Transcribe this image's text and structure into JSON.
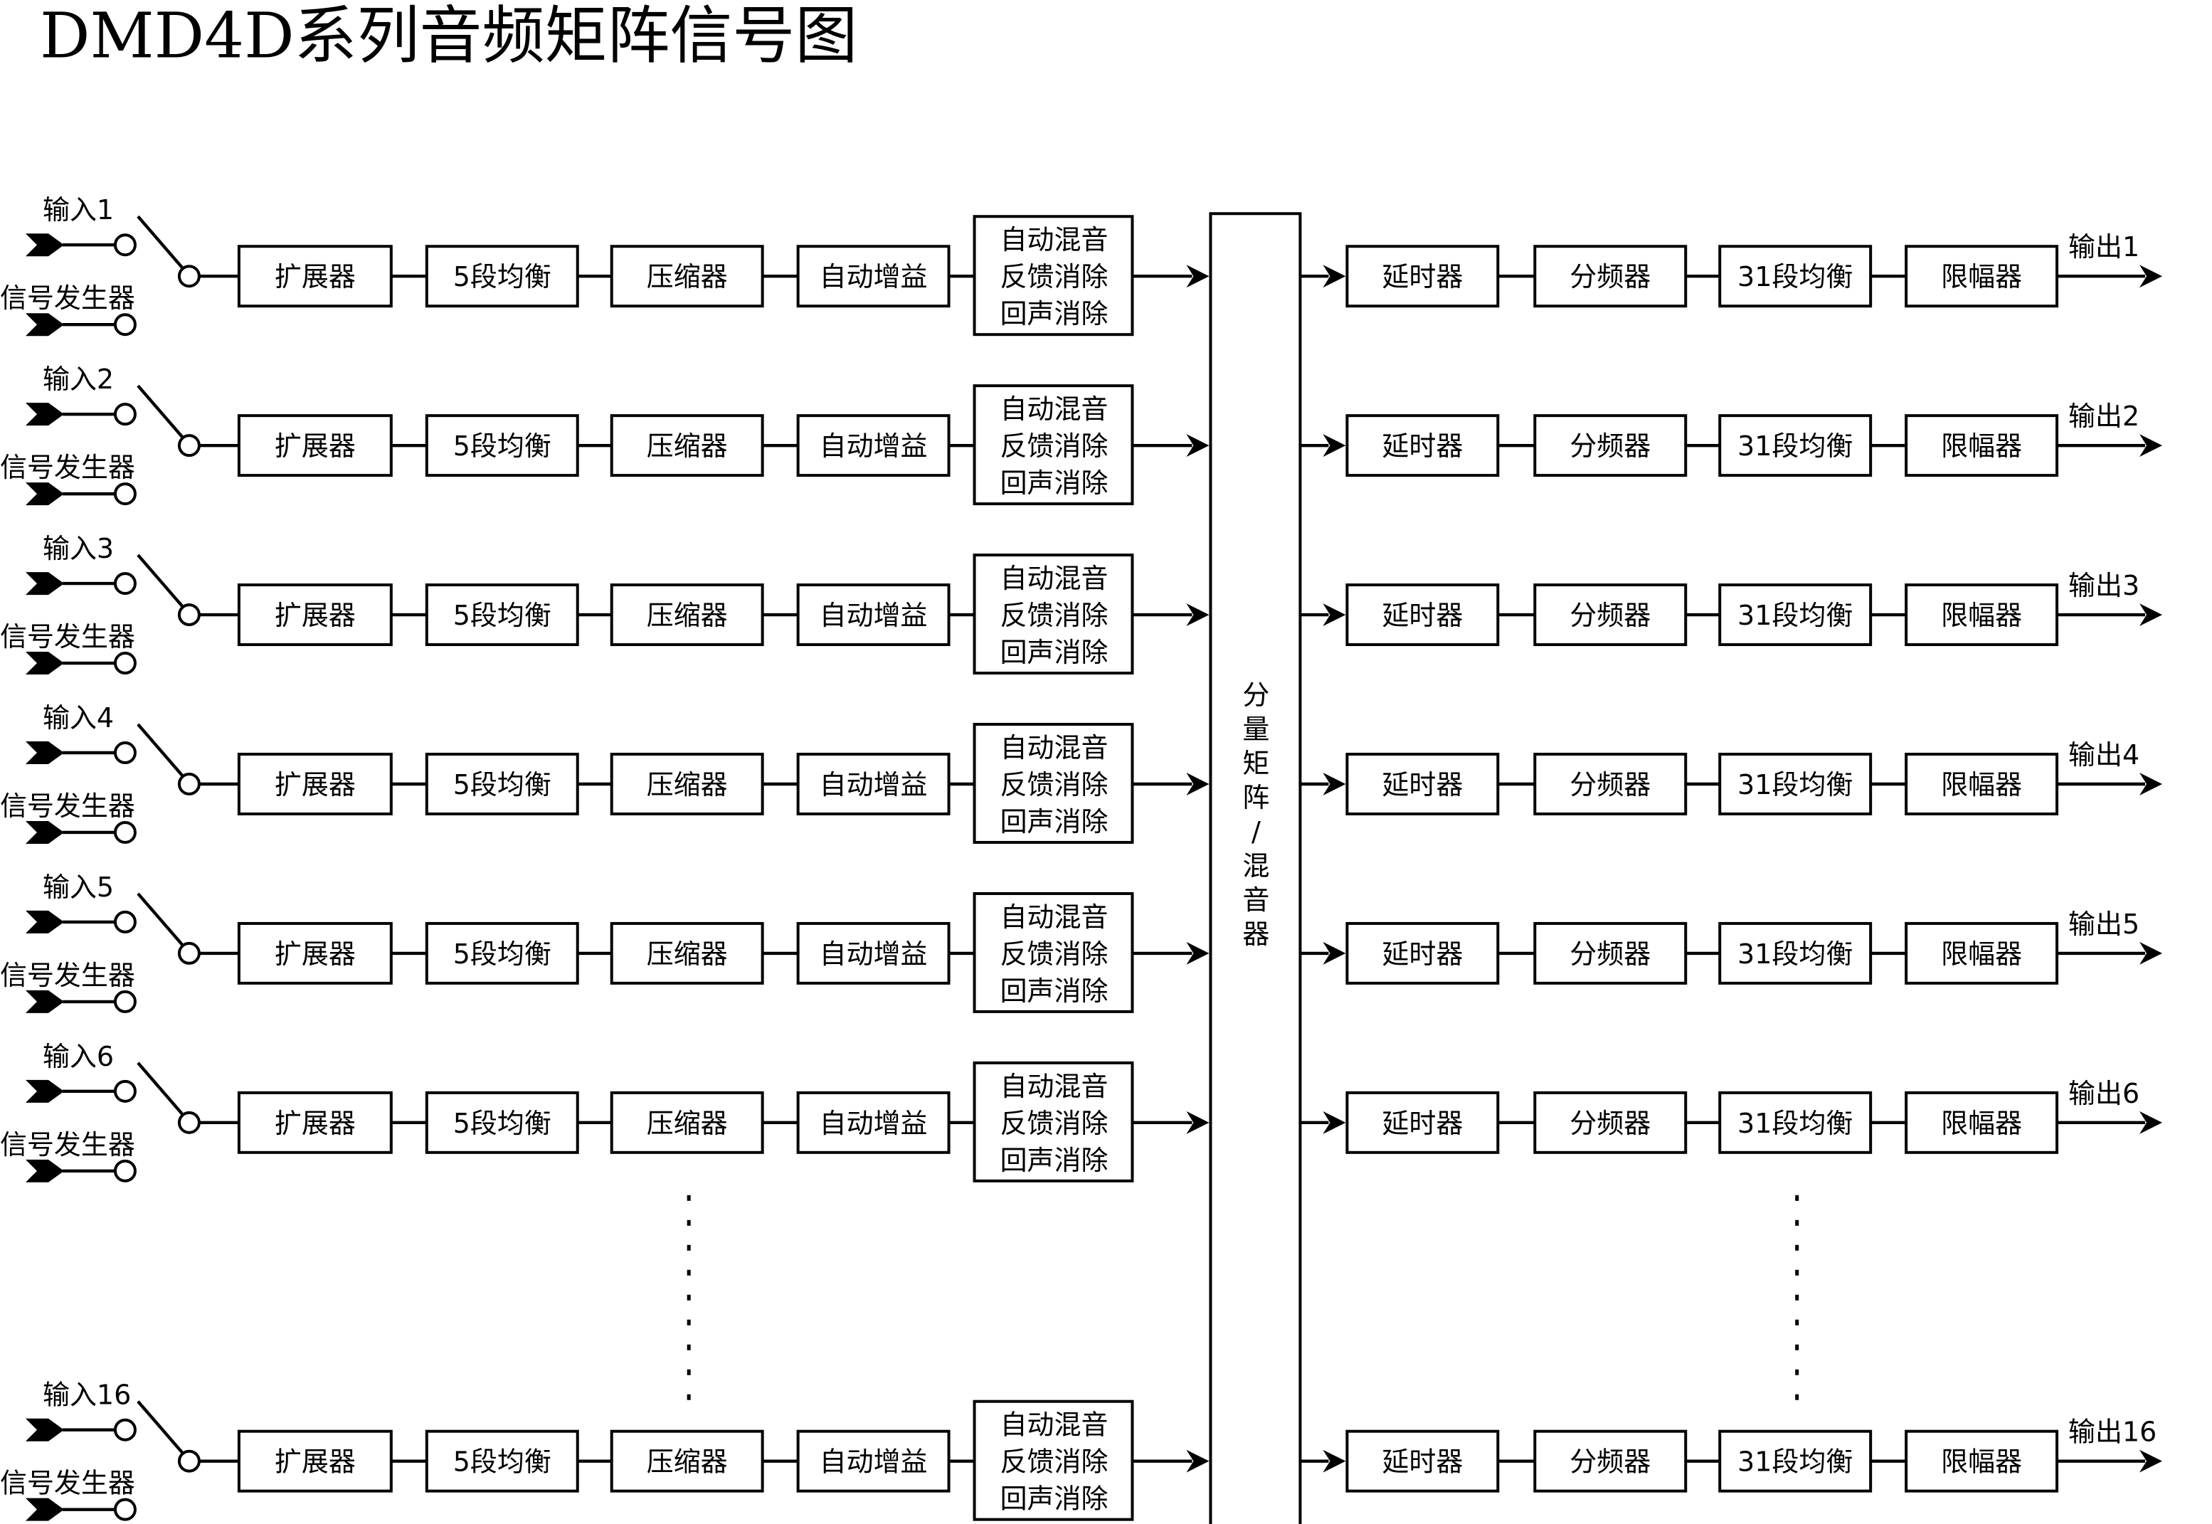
{
  "title": "DMD4D系列音频矩阵信号图",
  "colors": {
    "line": "#000000",
    "background": "#ffffff"
  },
  "source_label": "信号发生器",
  "input_chain": [
    "扩展器",
    "5段均衡",
    "压缩器",
    "自动增益"
  ],
  "mixer_lines": [
    "自动混音",
    "反馈消除",
    "回声消除"
  ],
  "matrix_label": "分量矩阵/混音器",
  "output_chain": [
    "延时器",
    "分频器",
    "31段均衡",
    "限幅器"
  ],
  "channels": [
    {
      "input": "输入1",
      "output": "输出1"
    },
    {
      "input": "输入2",
      "output": "输出2"
    },
    {
      "input": "输入3",
      "output": "输出3"
    },
    {
      "input": "输入4",
      "output": "输出4"
    },
    {
      "input": "输入5",
      "output": "输出5"
    },
    {
      "input": "输入6",
      "output": "输出6"
    },
    {
      "input": "输入16",
      "output": "输出16"
    }
  ],
  "ellipsis": "⋮"
}
